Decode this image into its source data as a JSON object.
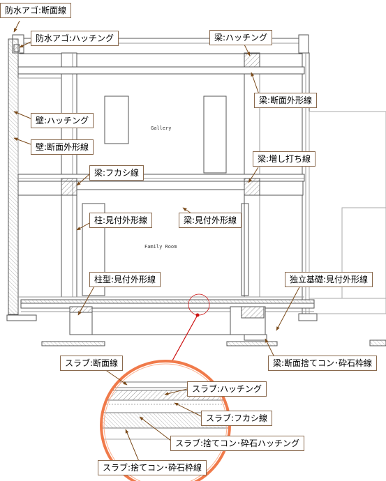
{
  "rooms": {
    "gallery": "Gallery",
    "family_room": "Family Room"
  },
  "callouts": {
    "bousui_dannen": "防水アゴ:断面線",
    "bousui_hatching": "防水アゴ:ハッチング",
    "hari_hatching": "梁:ハッチング",
    "hari_dannen_gaikei": "梁:断面外形線",
    "kabe_hatching": "壁:ハッチング",
    "kabe_dannen_gaikei": "壁:断面外形線",
    "hari_mashiuchi": "梁:増し打ち線",
    "hari_fukashi": "梁:フカシ線",
    "hashira_mitsuke": "柱:見付外形線",
    "hari_mitsuke": "梁:見付外形線",
    "hashiragata_mitsuke": "柱型:見付外形線",
    "dokuritsu_kiso": "独立基礎:見付外形線",
    "hari_sutecon": "梁:断面捨てコン･砕石枠線",
    "slab_dannen": "スラブ:断面線",
    "slab_hatching": "スラブ:ハッチング",
    "slab_fukashi": "スラブ:フカシ線",
    "slab_sutecon_hatching": "スラブ:捨てコン･砕石ハッチング",
    "slab_sutecon_waku": "スラブ:捨てコン･砕石枠線"
  },
  "colors": {
    "line": "#555555",
    "callout_border": "#8a6a4e",
    "arrow": "#7a4a1a",
    "highlight": "#cc1111",
    "lens": "#f07a4a"
  }
}
